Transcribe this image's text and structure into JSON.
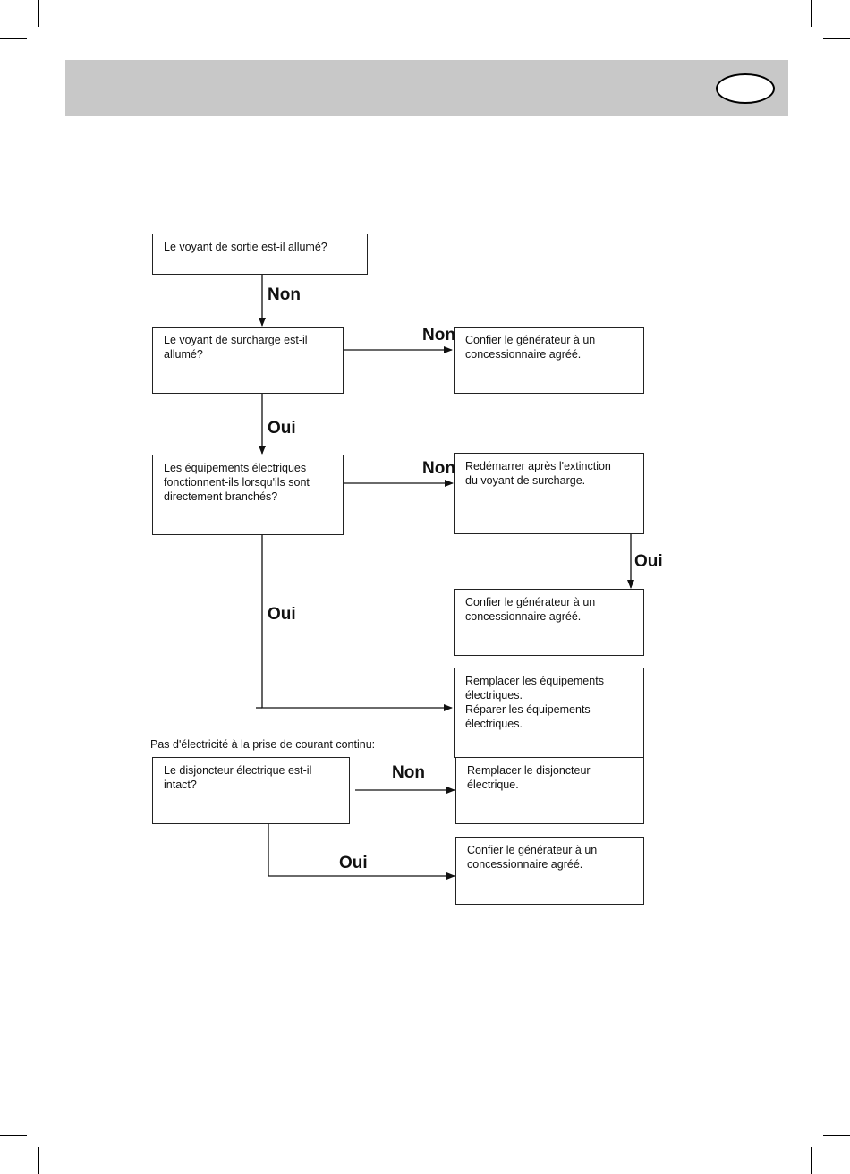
{
  "flowchart": {
    "q1": "Le voyant de sortie est-il allumé?",
    "q2": "Le voyant de surcharge est-il\nallumé?",
    "a2": "Confier le générateur à un\nconcessionnaire agréé.",
    "q3": "Les équipements électriques\nfonctionnent-ils lorsqu'ils sont\ndirectement branchés?",
    "a3": "Redémarrer après l'extinction\ndu voyant de surcharge.",
    "a4": "Confier le générateur à un\nconcessionnaire agréé.",
    "a5": "Remplacer les équipements\nélectriques.\nRéparer les équipements\nélectriques.",
    "section_title": "Pas d'électricité à la prise de courant continu:",
    "q4": "Le disjoncteur électrique est-il\nintact?",
    "a6": "Remplacer le disjoncteur\nélectrique.",
    "a7": "Confier le générateur à un\nconcessionnaire agréé.",
    "labels": {
      "non": "Non",
      "oui": "Oui"
    }
  }
}
